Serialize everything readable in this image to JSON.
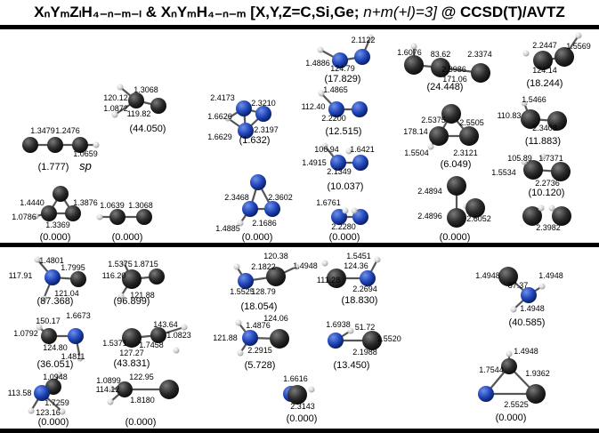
{
  "title": {
    "general_formula": "XₙYₘZₗH₄₋ₙ₋ₘ₋ₗ & XₙYₘH₄₋ₙ₋ₘ",
    "elements": "[X,Y,Z=C,Si,Ge;",
    "constraint": "n+m(+l)=3]",
    "method": "@ CCSD(T)/AVTZ"
  },
  "colors": {
    "carbon": "#2b2b2b",
    "silicon": "#1f45b8",
    "hydrogen": "#d8d8d8",
    "bond": "#555555",
    "text": "#000000"
  },
  "molecules": [
    {
      "id": "C3H-sp",
      "energy": "(1.777)",
      "note": "sp",
      "labels": [
        "1.3479",
        "1.2476",
        "1.0659"
      ]
    },
    {
      "id": "C3H-ring",
      "energy": "(0.000)",
      "labels": [
        "1.4440",
        "1.3876",
        "1.0786",
        "1.3369"
      ]
    },
    {
      "id": "C2H-bent",
      "energy": "(44.050)",
      "labels": [
        "1.3068",
        "120.12",
        "1.0872",
        "119.82"
      ]
    },
    {
      "id": "C2H-lin",
      "energy": "(0.000)",
      "labels": [
        "1.0639",
        "1.3068"
      ]
    },
    {
      "id": "Si3H-a",
      "energy": "(1.632)",
      "labels": [
        "2.4173",
        "1.6626",
        "2.3210",
        "1.6629",
        "2.3197"
      ]
    },
    {
      "id": "Si3H-b",
      "energy": "(0.000)",
      "labels": [
        "2.3468",
        "2.3602",
        "1.4885",
        "2.1686"
      ]
    },
    {
      "id": "Si2-a",
      "energy": "(17.829)",
      "labels": [
        "2.1122",
        "1.4886",
        "124.79"
      ]
    },
    {
      "id": "Si2-b",
      "energy": "(12.515)",
      "labels": [
        "1.4865",
        "112.40",
        "2.2200"
      ]
    },
    {
      "id": "Si2-c",
      "energy": "(10.037)",
      "labels": [
        "106.94",
        "1.6421",
        "1.4915",
        "2.1349"
      ]
    },
    {
      "id": "Si2-d",
      "energy": "(0.000)",
      "labels": [
        "1.6761",
        "2.2280"
      ]
    },
    {
      "id": "Ge3-a",
      "energy": "(24.448)",
      "labels": [
        "1.6076",
        "83.62",
        "2.3374",
        "2.3986",
        "171.06"
      ]
    },
    {
      "id": "Ge3-b",
      "energy": "(6.049)",
      "labels": [
        "2.5375",
        "2.5505",
        "178.14",
        "1.5504",
        "2.3121"
      ]
    },
    {
      "id": "Ge3-c",
      "energy": "(0.000)",
      "labels": [
        "2.4894",
        "2.4896",
        "2.6052"
      ]
    },
    {
      "id": "Ge2-a",
      "energy": "(18.244)",
      "labels": [
        "2.2447",
        "1.5569",
        "124.14"
      ]
    },
    {
      "id": "Ge2-b",
      "energy": "(11.883)",
      "labels": [
        "1.5466",
        "110.83",
        "2.3408"
      ]
    },
    {
      "id": "Ge2-c",
      "energy": "(10.120)",
      "labels": [
        "105.89",
        "1.7371",
        "1.5534",
        "2.2736"
      ]
    },
    {
      "id": "Ge2-d",
      "energy": "",
      "labels": [
        "2.3982"
      ]
    },
    {
      "id": "CSi-a",
      "energy": "(87.368)",
      "labels": [
        "1.4801",
        "1.7995",
        "117.91",
        "121.04"
      ]
    },
    {
      "id": "CSi-b",
      "energy": "(36.051)",
      "labels": [
        "150.17",
        "1.6673",
        "1.0792",
        "124.80",
        "1.4811"
      ]
    },
    {
      "id": "CSi-c",
      "energy": "(0.000)",
      "labels": [
        "1.0948",
        "113.58",
        "1.7259",
        "123.16"
      ]
    },
    {
      "id": "CGe-a",
      "energy": "(96.899)",
      "labels": [
        "1.5375",
        "1.8715",
        "116.20",
        "121.88"
      ]
    },
    {
      "id": "CGe-b",
      "energy": "(43.831)",
      "labels": [
        "143.64",
        "1.0823",
        "1.5371",
        "1.7458",
        "127.27"
      ]
    },
    {
      "id": "CGe-c",
      "energy": "(0.000)",
      "labels": [
        "1.0899",
        "122.95",
        "114.12",
        "1.8180"
      ]
    },
    {
      "id": "SiGe-a",
      "energy": "(18.054)",
      "labels": [
        "2.1822",
        "120.38",
        "1.4948",
        "1.5525",
        "128.79"
      ]
    },
    {
      "id": "SiGe-b",
      "energy": "(5.728)",
      "labels": [
        "1.4876",
        "124.06",
        "121.88",
        "2.2915"
      ]
    },
    {
      "id": "SiGe-c",
      "energy": "(0.000)",
      "labels": [
        "1.6616",
        "2.3143"
      ]
    },
    {
      "id": "SiGe-d",
      "energy": "(18.830)",
      "labels": [
        "1.5451",
        "124.36",
        "111.28",
        "2.2694"
      ]
    },
    {
      "id": "SiGe-e",
      "energy": "(13.450)",
      "labels": [
        "1.6938",
        "51.72",
        "1.5520",
        "2.1988"
      ]
    },
    {
      "id": "CSiH2-a",
      "energy": "(40.585)",
      "labels": [
        "1.4948",
        "87.37",
        "1.4948",
        "1.4948"
      ]
    },
    {
      "id": "CSiH2-b",
      "energy": "(0.000)",
      "labels": [
        "1.4948",
        "1.7544",
        "1.9362",
        "2.5525"
      ]
    }
  ]
}
